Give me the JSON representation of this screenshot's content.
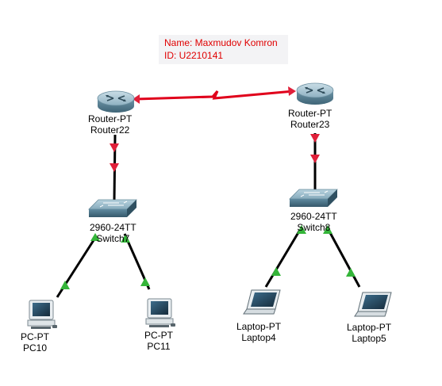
{
  "note": {
    "name_line": "Name: Maxmudov Komron",
    "id_line": "ID: U2210141"
  },
  "devices": {
    "router22": {
      "model": "Router-PT",
      "name": "Router22"
    },
    "router23": {
      "model": "Router-PT",
      "name": "Router23"
    },
    "switch7": {
      "model": "2960-24TT",
      "name": "Switch7"
    },
    "switch8": {
      "model": "2960-24TT",
      "name": "Switch8"
    },
    "pc10": {
      "model": "PC-PT",
      "name": "PC10"
    },
    "pc11": {
      "model": "PC-PT",
      "name": "PC11"
    },
    "laptop4": {
      "model": "Laptop-PT",
      "name": "Laptop4"
    },
    "laptop5": {
      "model": "Laptop-PT",
      "name": "Laptop5"
    }
  },
  "colors": {
    "serial_link": "#e0001b",
    "ethernet_link": "#000000",
    "link_down": "#e0203a",
    "link_up": "#34b539",
    "note_text": "#e00000"
  }
}
